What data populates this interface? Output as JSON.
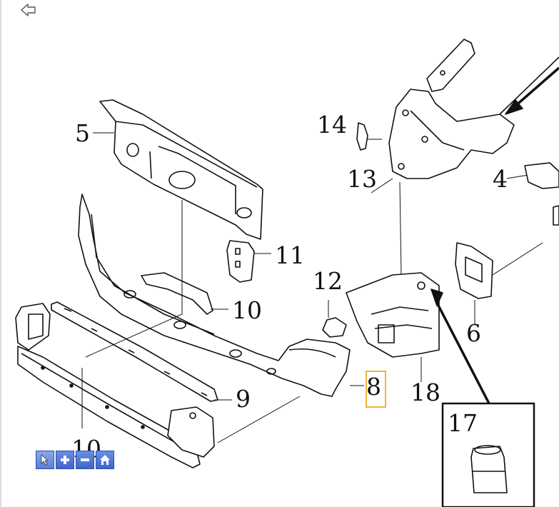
{
  "diagram": {
    "callouts": {
      "c5": "5",
      "c14": "14",
      "c13": "13",
      "c4": "4",
      "c11": "11",
      "c12": "12",
      "c10a": "10",
      "c6": "6",
      "c8": "8",
      "c18": "18",
      "c9": "9",
      "c10b": "10",
      "c17": "17"
    },
    "highlighted_callout": "8"
  },
  "toolbar": {
    "buttons": [
      {
        "name": "select-pointer",
        "icon": "cursor-icon"
      },
      {
        "name": "zoom-in",
        "icon": "plus-icon"
      },
      {
        "name": "zoom-out",
        "icon": "minus-icon"
      },
      {
        "name": "home",
        "icon": "home-icon"
      }
    ]
  },
  "nav": {
    "back_icon": "back-arrow-icon"
  },
  "colors": {
    "line": "#111111",
    "zoom_button": "#4a70d0",
    "highlight": "#f0b23c"
  }
}
